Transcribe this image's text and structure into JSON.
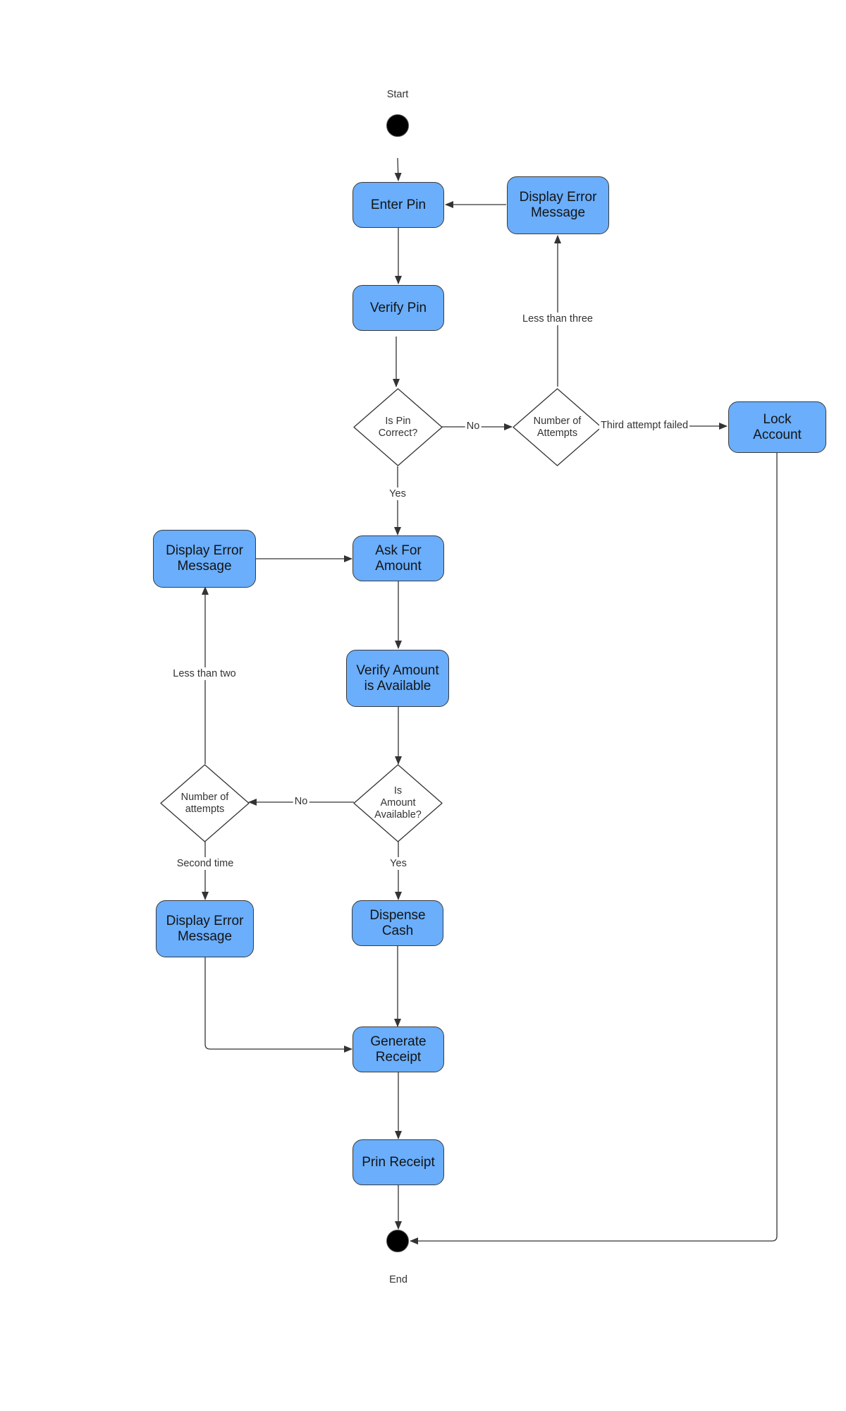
{
  "diagram": {
    "start_label": "Start",
    "end_label": "End",
    "nodes": {
      "enter_pin": "Enter Pin",
      "display_error_top": "Display Error\nMessage",
      "verify_pin": "Verify Pin",
      "is_pin_correct": "Is Pin\nCorrect?",
      "number_of_attempts_top": "Number of\nAttempts",
      "lock_account": "Lock\nAccount",
      "ask_for_amount": "Ask For\nAmount",
      "display_error_left": "Display Error\nMessage",
      "verify_amount": "Verify Amount\nis Available",
      "is_amount_available": "Is\nAmount\nAvailable?",
      "number_of_attempts_left": "Number of\nattempts",
      "display_error_bottom": "Display Error\nMessage",
      "dispense_cash": "Dispense\nCash",
      "generate_receipt": "Generate\nReceipt",
      "print_receipt": "Prin Receipt"
    },
    "edge_labels": {
      "pin_no": "No",
      "less_than_three": "Less than three",
      "third_attempt_failed": "Third attempt failed",
      "pin_yes": "Yes",
      "less_than_two": "Less than two",
      "amount_no": "No",
      "second_time": "Second time",
      "amount_yes": "Yes"
    },
    "colors": {
      "node_fill": "#6aaefc",
      "stroke": "#3a3a3a",
      "terminal": "#000000"
    }
  }
}
